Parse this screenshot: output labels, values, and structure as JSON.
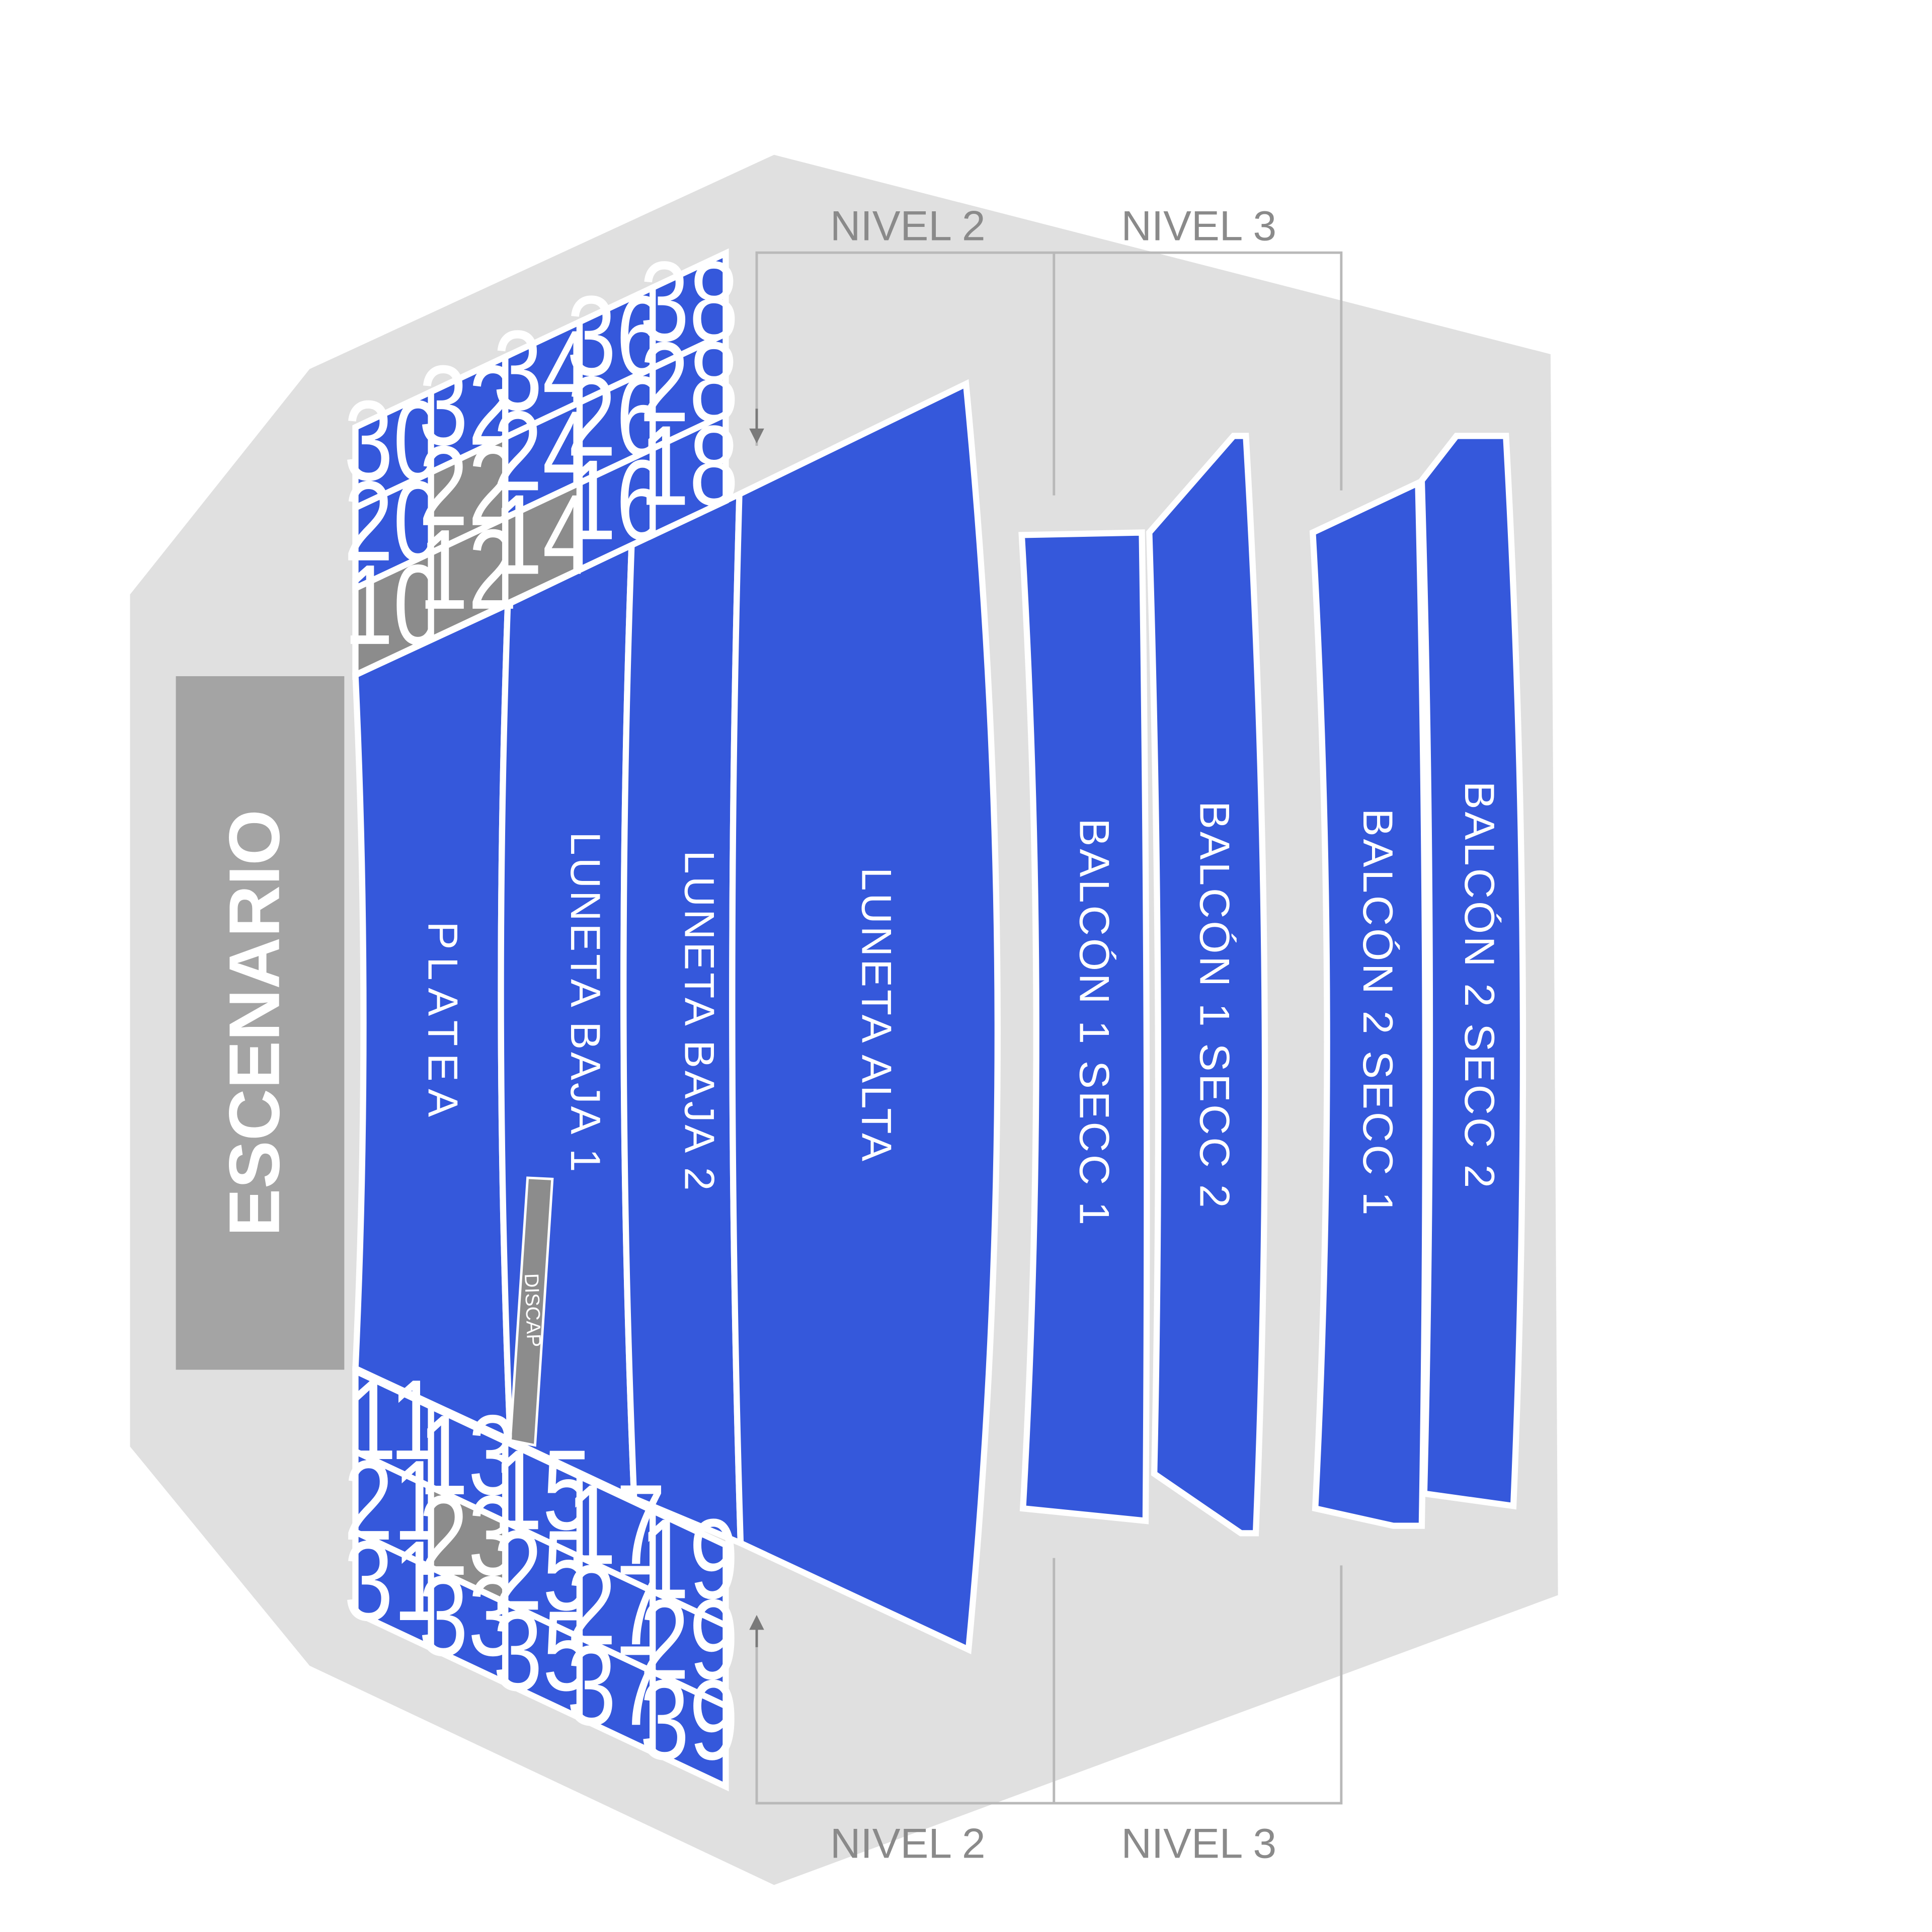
{
  "colors": {
    "venue_bg": "#e0e0e0",
    "section": "#3558db",
    "unavailable": "#8c8c8c",
    "stage": "#a4a4a4",
    "level_line": "#b9b9b9",
    "level_text": "#8a8a8a",
    "label_text": "#ffffff"
  },
  "stage": {
    "label": "ESCENARIO"
  },
  "sections": {
    "platea": "PLATEA",
    "luneta_baja_1": "LUNETA BAJA 1",
    "luneta_baja_2": "LUNETA BAJA 2",
    "luneta_alta": "LUNETA ALTA",
    "balcon_1_secc_1": "BALCÓN 1 SECC 1",
    "balcon_1_secc_2": "BALCÓN 1 SECC 2",
    "balcon_2_secc_1": "BALCÓN 2 SECC 1",
    "balcon_2_secc_2": "BALCÓN 2 SECC 2",
    "discap": "DISCAP"
  },
  "levels": {
    "top_level_2": "NIVEL 2",
    "top_level_3": "NIVEL 3",
    "bottom_level_2": "NIVEL 2",
    "bottom_level_3": "NIVEL 3"
  },
  "boxes_top": {
    "col1": [
      "30",
      "20",
      "10"
    ],
    "col2": [
      "32",
      "22",
      "12"
    ],
    "col3": [
      "34",
      "24",
      "14"
    ],
    "col4": [
      "36",
      "26",
      "16"
    ],
    "col5": [
      "38",
      "28",
      "18"
    ]
  },
  "boxes_bottom": {
    "col1": [
      "11",
      "21",
      "31"
    ],
    "col2": [
      "13",
      "23",
      "33"
    ],
    "col3": [
      "15",
      "25",
      "35"
    ],
    "col4": [
      "17",
      "27",
      "37"
    ],
    "col5": [
      "19",
      "29",
      "39"
    ]
  },
  "unavailable_boxes": [
    "22",
    "12",
    "10",
    "14",
    "23"
  ]
}
